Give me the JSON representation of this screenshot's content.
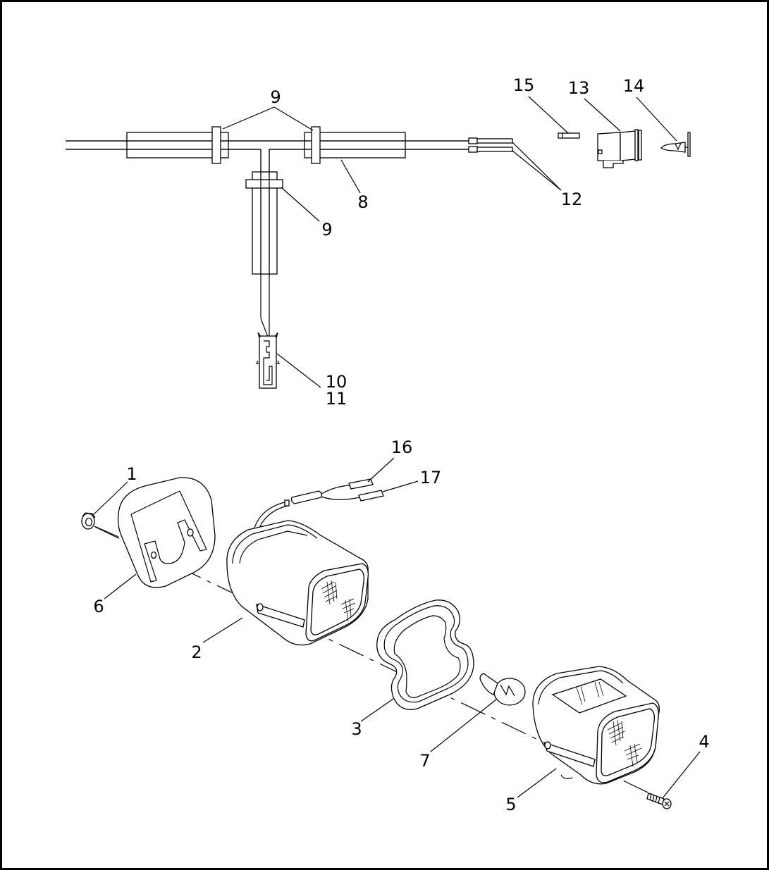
{
  "diagram": {
    "callouts": {
      "c1": "1",
      "c2": "2",
      "c3": "3",
      "c4": "4",
      "c5": "5",
      "c6": "6",
      "c7": "7",
      "c8": "8",
      "c9a": "9",
      "c9b": "9",
      "c10": "10",
      "c11": "11",
      "c12": "12",
      "c13": "13",
      "c14": "14",
      "c15": "15",
      "c16": "16",
      "c17": "17"
    },
    "colors": {
      "line": "#000000",
      "background": "#ffffff"
    }
  }
}
